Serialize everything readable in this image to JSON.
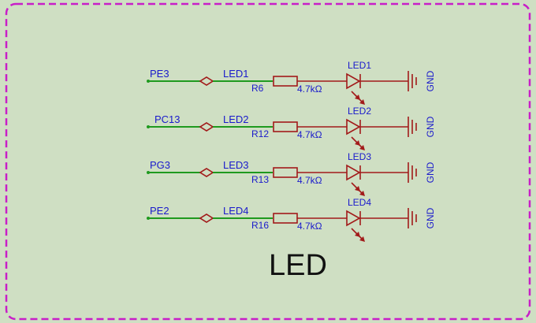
{
  "title": "LED",
  "frame_color": "#c81ec8",
  "wire_color": "#1f9a1f",
  "component_color": "#a21a1a",
  "label_color": "#1a1acc",
  "channels": [
    {
      "port": "PE3",
      "net": "LED1",
      "res_ref": "R6",
      "res_value": "4.7kΩ",
      "led_ref": "LED1",
      "gnd": "GND"
    },
    {
      "port": "PC13",
      "net": "LED2",
      "res_ref": "R12",
      "res_value": "4.7kΩ",
      "led_ref": "LED2",
      "gnd": "GND"
    },
    {
      "port": "PG3",
      "net": "LED3",
      "res_ref": "R13",
      "res_value": "4.7kΩ",
      "led_ref": "LED3",
      "gnd": "GND"
    },
    {
      "port": "PE2",
      "net": "LED4",
      "res_ref": "R16",
      "res_value": "4.7kΩ",
      "led_ref": "LED4",
      "gnd": "GND"
    }
  ]
}
